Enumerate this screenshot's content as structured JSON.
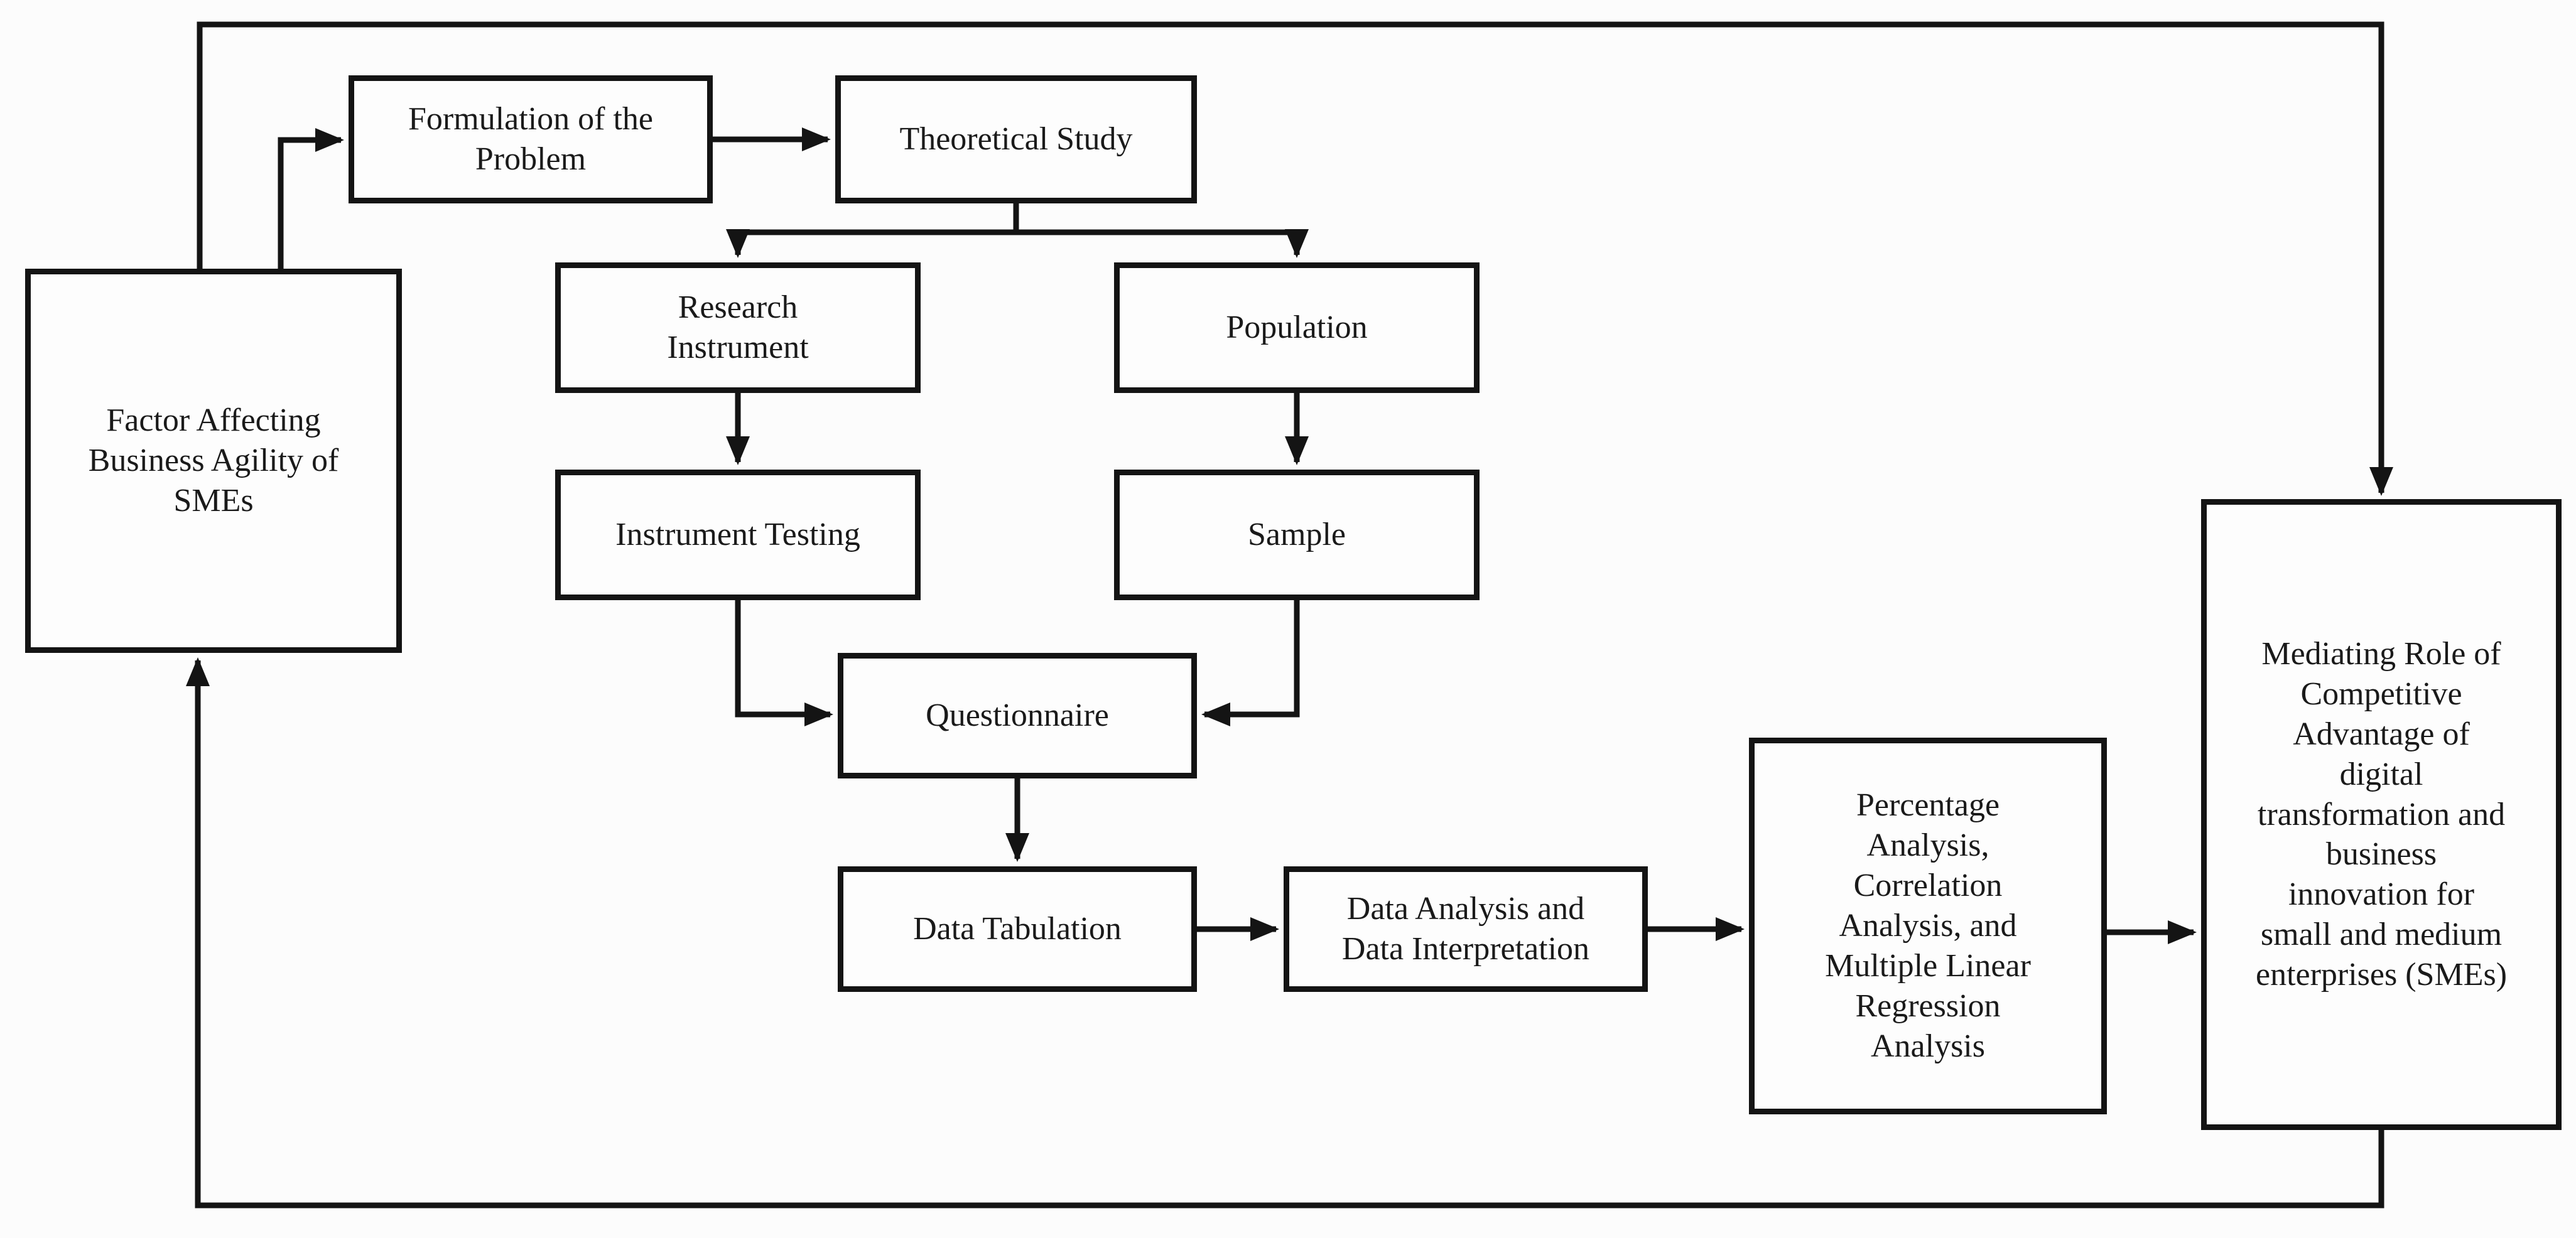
{
  "diagram": {
    "background_color": "#fcfcfc",
    "line_color": "#141414",
    "box_fill_color": "#fdfdfd",
    "text_color": "#1a1a1a",
    "nodes": [
      {
        "id": "factor-affecting-business-agility",
        "label": "Factor Affecting\nBusiness Agility of\nSMEs"
      },
      {
        "id": "formulation-of-the-problem",
        "label": "Formulation of the\nProblem"
      },
      {
        "id": "theoretical-study",
        "label": "Theoretical Study"
      },
      {
        "id": "research-instrument",
        "label": "Research\nInstrument"
      },
      {
        "id": "population",
        "label": "Population"
      },
      {
        "id": "instrument-testing",
        "label": "Instrument Testing"
      },
      {
        "id": "sample",
        "label": "Sample"
      },
      {
        "id": "questionnaire",
        "label": "Questionnaire"
      },
      {
        "id": "data-tabulation",
        "label": "Data Tabulation"
      },
      {
        "id": "data-analysis-and-interpretation",
        "label": "Data Analysis and\nData Interpretation"
      },
      {
        "id": "statistical-analysis",
        "label": "Percentage\nAnalysis,\nCorrelation\nAnalysis, and\nMultiple Linear\nRegression\nAnalysis"
      },
      {
        "id": "mediating-role",
        "label": "Mediating Role of\nCompetitive\nAdvantage of\ndigital\ntransformation and\nbusiness\ninnovation for\nsmall and medium\nenterprises (SMEs)"
      }
    ],
    "edges": [
      {
        "from": "factor-affecting-business-agility",
        "to": "formulation-of-the-problem"
      },
      {
        "from": "formulation-of-the-problem",
        "to": "theoretical-study"
      },
      {
        "from": "theoretical-study",
        "to": "research-instrument"
      },
      {
        "from": "theoretical-study",
        "to": "population"
      },
      {
        "from": "research-instrument",
        "to": "instrument-testing"
      },
      {
        "from": "population",
        "to": "sample"
      },
      {
        "from": "instrument-testing",
        "to": "questionnaire"
      },
      {
        "from": "sample",
        "to": "questionnaire"
      },
      {
        "from": "questionnaire",
        "to": "data-tabulation"
      },
      {
        "from": "data-tabulation",
        "to": "data-analysis-and-interpretation"
      },
      {
        "from": "data-analysis-and-interpretation",
        "to": "statistical-analysis"
      },
      {
        "from": "statistical-analysis",
        "to": "mediating-role"
      },
      {
        "from": "factor-affecting-business-agility",
        "to": "mediating-role"
      },
      {
        "from": "mediating-role",
        "to": "factor-affecting-business-agility"
      }
    ]
  }
}
